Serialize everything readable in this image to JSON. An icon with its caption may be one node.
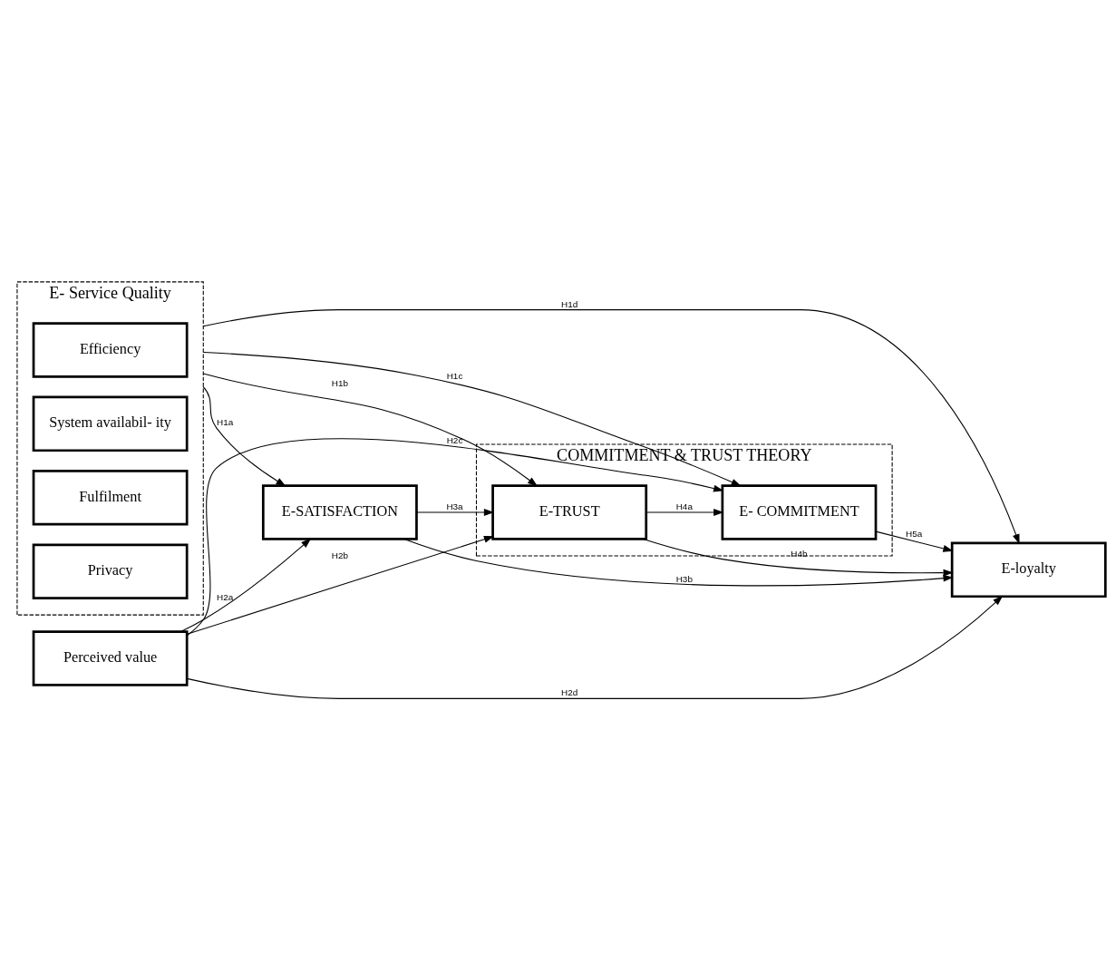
{
  "diagram": {
    "nodes": [
      {
        "text": [
          "E- Service Quality"
        ]
      },
      {
        "text": [
          "Efficiency"
        ],
        "in": 0
      },
      {
        "text": [
          "System availabil- ity"
        ],
        "in": 0
      },
      {
        "text": [
          "Fulfilment"
        ],
        "in": 0
      },
      {
        "text": [
          "Privacy"
        ],
        "in": 0
      },
      {
        "text": [
          "COMMITMENT & TRUST THEORY"
        ]
      },
      {
        "text": [
          "E- COMMITMENT"
        ],
        "in": 5
      },
      {
        "text": [
          "E-TRUST"
        ],
        "in": 5
      },
      {
        "text": [
          "E-SATISFACTION"
        ]
      },
      {
        "text": [
          "Perceived value"
        ]
      },
      {
        "text": [
          "E-loyalty"
        ]
      }
    ],
    "edges": [
      {
        "from": 0,
        "to": 10,
        "arrow": "to",
        "label": "H1d"
      },
      {
        "from": 0,
        "to": 6,
        "arrow": "to",
        "label": "H1c"
      },
      {
        "from": 0,
        "to": 7,
        "arrow": "to",
        "label": "H1b"
      },
      {
        "from": 0,
        "to": 8,
        "arrow": "to",
        "label": "H1a"
      },
      {
        "from": 9,
        "to": 6,
        "arrow": "to",
        "label": "H2c"
      },
      {
        "from": 9,
        "to": 7,
        "arrow": "to",
        "label": "H2b"
      },
      {
        "from": 9,
        "to": 8,
        "arrow": "to",
        "label": "H2a"
      },
      {
        "from": 9,
        "to": 10,
        "arrow": "to",
        "label": "H2d"
      },
      {
        "from": 7,
        "to": 6,
        "arrow": "to",
        "label": "H4a"
      },
      {
        "from": 8,
        "to": 7,
        "arrow": "to",
        "label": "H3a"
      },
      {
        "from": 6,
        "to": 10,
        "arrow": "to",
        "label": "H5a"
      },
      {
        "from": 7,
        "to": 10,
        "arrow": "to",
        "label": "H4b"
      },
      {
        "from": 8,
        "to": 10,
        "arrow": "to",
        "label": "H3b"
      }
    ]
  }
}
